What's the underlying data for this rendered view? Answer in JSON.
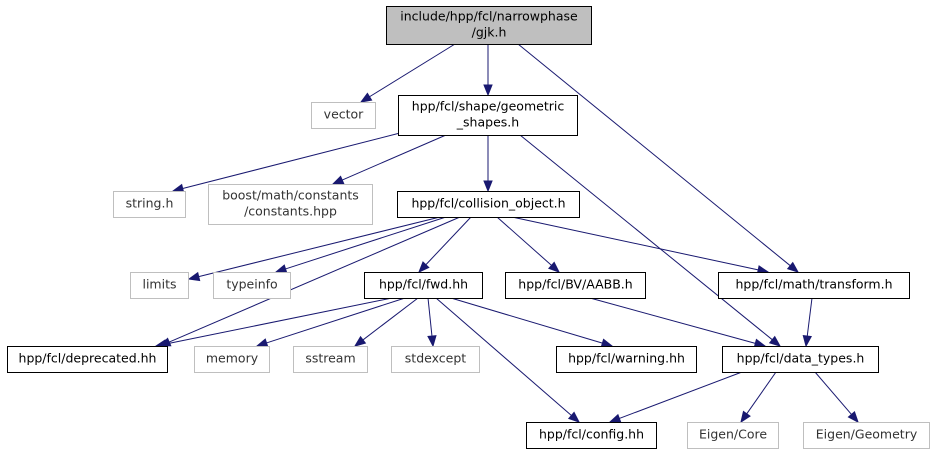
{
  "graph": {
    "title_node": "gjk",
    "colors": {
      "edge": "#191970",
      "main_fill": "#bfbfbf",
      "internal_border": "#000000",
      "external_border": "#bfbfbf"
    },
    "nodes": [
      {
        "id": "gjk",
        "kind": "main",
        "lines": [
          "include/hpp/fcl/narrowphase",
          "/gjk.h"
        ]
      },
      {
        "id": "vector",
        "kind": "external",
        "lines": [
          "vector"
        ]
      },
      {
        "id": "geometric_shapes",
        "kind": "internal",
        "lines": [
          "hpp/fcl/shape/geometric",
          "_shapes.h"
        ]
      },
      {
        "id": "string",
        "kind": "external",
        "lines": [
          "string.h"
        ]
      },
      {
        "id": "boost_constants",
        "kind": "external",
        "lines": [
          "boost/math/constants",
          "/constants.hpp"
        ]
      },
      {
        "id": "collision_object",
        "kind": "internal",
        "lines": [
          "hpp/fcl/collision_object.h"
        ]
      },
      {
        "id": "limits",
        "kind": "external",
        "lines": [
          "limits"
        ]
      },
      {
        "id": "typeinfo",
        "kind": "external",
        "lines": [
          "typeinfo"
        ]
      },
      {
        "id": "fwd",
        "kind": "internal",
        "lines": [
          "hpp/fcl/fwd.hh"
        ]
      },
      {
        "id": "aabb",
        "kind": "internal",
        "lines": [
          "hpp/fcl/BV/AABB.h"
        ]
      },
      {
        "id": "transform",
        "kind": "internal",
        "lines": [
          "hpp/fcl/math/transform.h"
        ]
      },
      {
        "id": "deprecated",
        "kind": "internal",
        "lines": [
          "hpp/fcl/deprecated.hh"
        ]
      },
      {
        "id": "memory",
        "kind": "external",
        "lines": [
          "memory"
        ]
      },
      {
        "id": "sstream",
        "kind": "external",
        "lines": [
          "sstream"
        ]
      },
      {
        "id": "stdexcept",
        "kind": "external",
        "lines": [
          "stdexcept"
        ]
      },
      {
        "id": "warning",
        "kind": "internal",
        "lines": [
          "hpp/fcl/warning.hh"
        ]
      },
      {
        "id": "data_types",
        "kind": "internal",
        "lines": [
          "hpp/fcl/data_types.h"
        ]
      },
      {
        "id": "config",
        "kind": "internal",
        "lines": [
          "hpp/fcl/config.hh"
        ]
      },
      {
        "id": "eigen_core",
        "kind": "external",
        "lines": [
          "Eigen/Core"
        ]
      },
      {
        "id": "eigen_geometry",
        "kind": "external",
        "lines": [
          "Eigen/Geometry"
        ]
      }
    ],
    "edges": [
      {
        "from": "gjk",
        "to": "vector"
      },
      {
        "from": "gjk",
        "to": "geometric_shapes"
      },
      {
        "from": "gjk",
        "to": "transform"
      },
      {
        "from": "geometric_shapes",
        "to": "string"
      },
      {
        "from": "geometric_shapes",
        "to": "boost_constants"
      },
      {
        "from": "geometric_shapes",
        "to": "collision_object"
      },
      {
        "from": "geometric_shapes",
        "to": "data_types"
      },
      {
        "from": "collision_object",
        "to": "limits"
      },
      {
        "from": "collision_object",
        "to": "typeinfo"
      },
      {
        "from": "collision_object",
        "to": "deprecated"
      },
      {
        "from": "collision_object",
        "to": "fwd"
      },
      {
        "from": "collision_object",
        "to": "aabb"
      },
      {
        "from": "collision_object",
        "to": "transform"
      },
      {
        "from": "fwd",
        "to": "deprecated"
      },
      {
        "from": "fwd",
        "to": "memory"
      },
      {
        "from": "fwd",
        "to": "sstream"
      },
      {
        "from": "fwd",
        "to": "stdexcept"
      },
      {
        "from": "fwd",
        "to": "warning"
      },
      {
        "from": "fwd",
        "to": "config"
      },
      {
        "from": "aabb",
        "to": "data_types"
      },
      {
        "from": "transform",
        "to": "data_types"
      },
      {
        "from": "data_types",
        "to": "config"
      },
      {
        "from": "data_types",
        "to": "eigen_core"
      },
      {
        "from": "data_types",
        "to": "eigen_geometry"
      }
    ]
  }
}
